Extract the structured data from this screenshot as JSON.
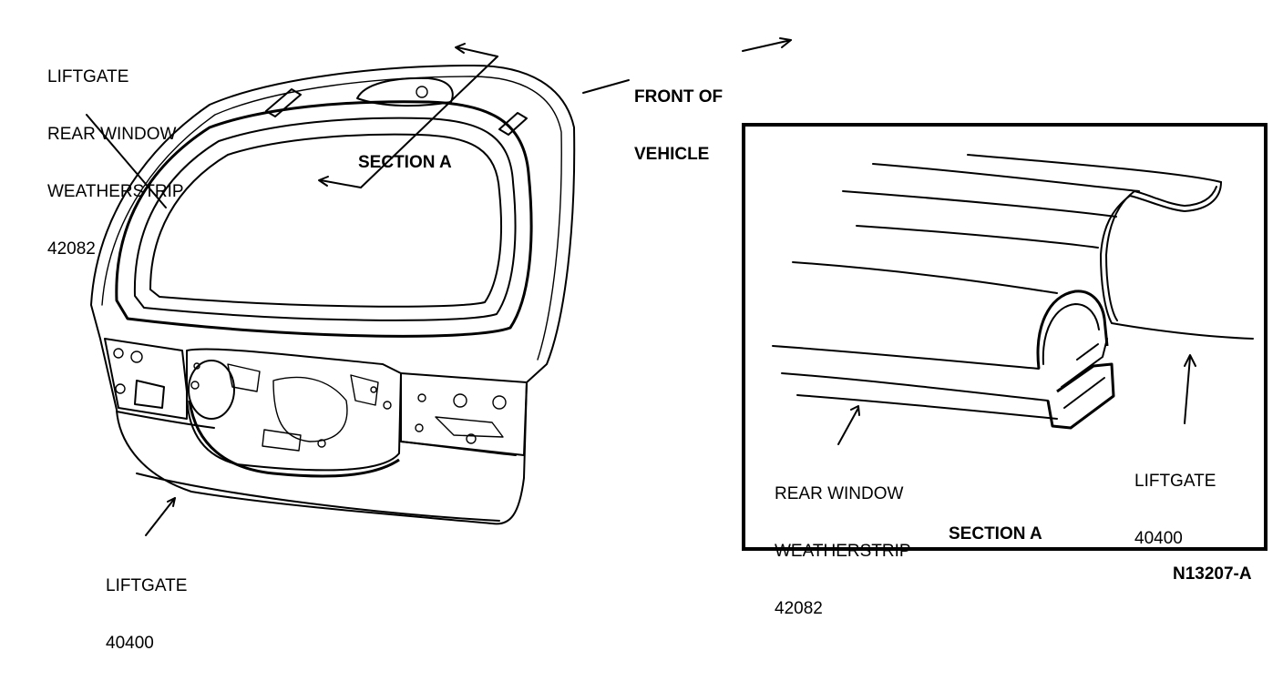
{
  "labels": {
    "weatherstrip_main": [
      "LIFTGATE",
      "REAR WINDOW",
      "WEATHERSTRIP",
      "42082"
    ],
    "section_a_callout": "SECTION A",
    "front_of_vehicle": [
      "FRONT OF",
      "VEHICLE"
    ],
    "liftgate_main": [
      "LIFTGATE",
      "40400"
    ],
    "inset_weatherstrip": [
      "REAR WINDOW",
      "WEATHERSTRIP",
      "42082"
    ],
    "inset_liftgate": [
      "LIFTGATE",
      "40400"
    ],
    "inset_title": "SECTION A",
    "figure_id": "N13207-A"
  }
}
